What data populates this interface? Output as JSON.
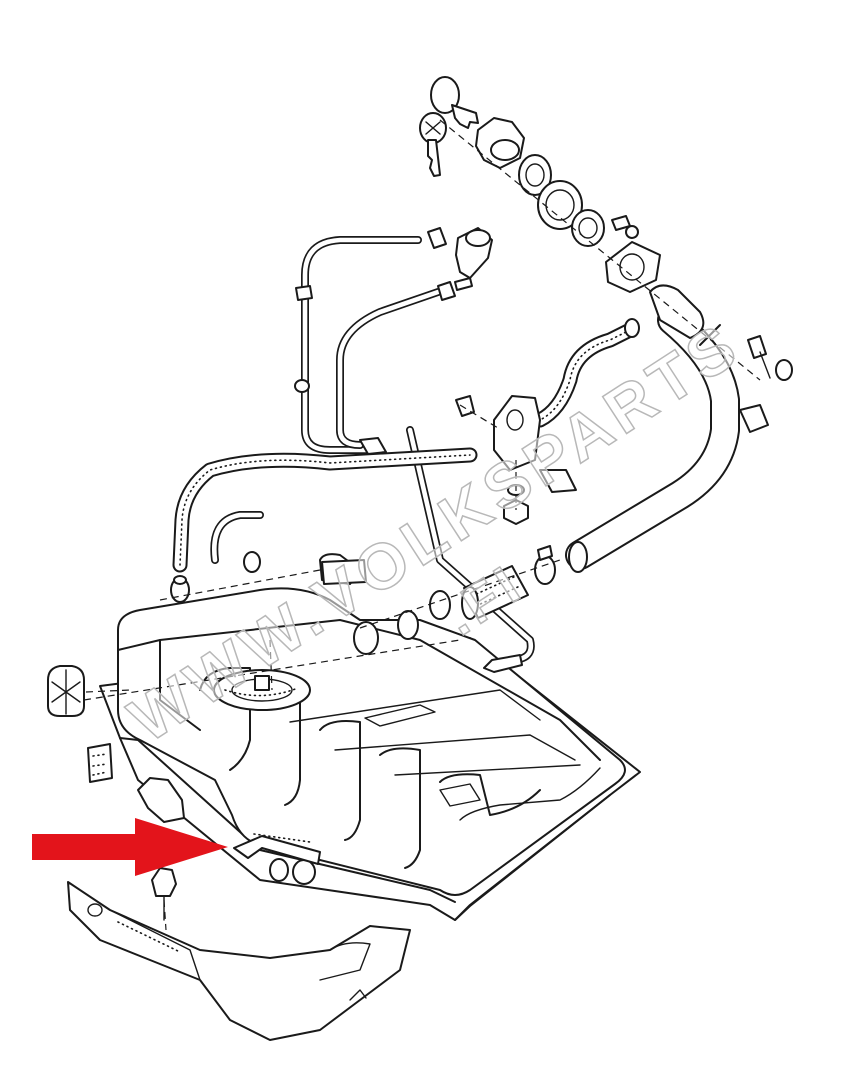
{
  "watermark": {
    "line1": "WWW.VOLKSPARTS",
    "line2": ".FI"
  },
  "arrow": {
    "color": "#e3141b",
    "points_to": "tank-mounting-bracket"
  },
  "parts": [
    "fuel-cap-key",
    "fuel-cap",
    "cap-seal",
    "cap-gasket",
    "filler-seal-ring",
    "filler-flange",
    "filler-neck",
    "breather-valve",
    "vent-line",
    "breather-hose",
    "fuel-hose",
    "hose-clamp",
    "rubber-sleeve",
    "fuel-tank",
    "fuel-gauge-sender",
    "rubber-grommet",
    "fuel-filter",
    "foam-pad",
    "tank-mounting-bracket",
    "washer",
    "nut",
    "tank-mount-bushing",
    "tank-guard-plate",
    "bolt"
  ]
}
